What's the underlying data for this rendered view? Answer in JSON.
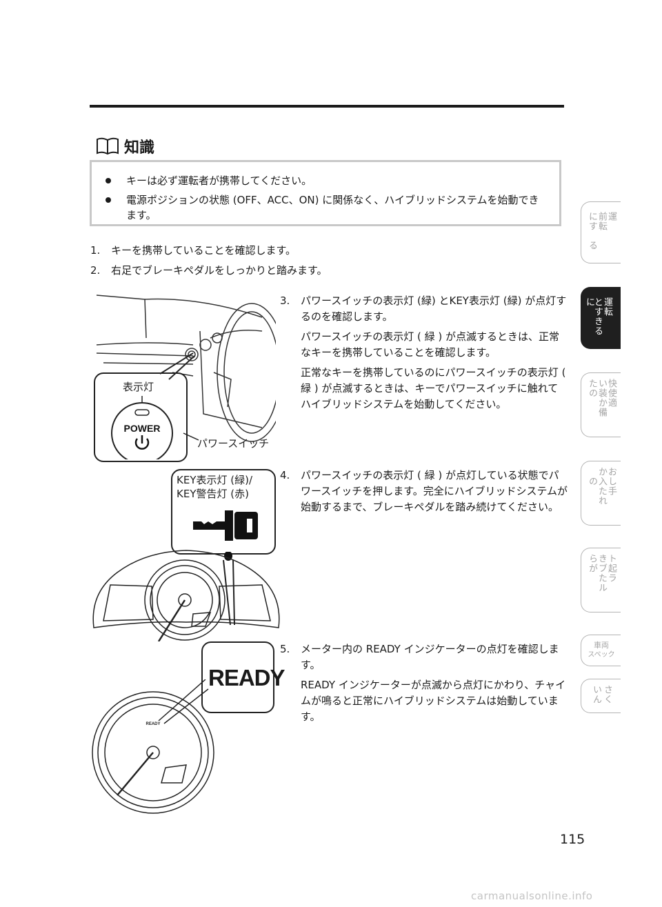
{
  "info": {
    "title": "知識",
    "bullets": [
      "キーは必ず運転者が携帯してください。",
      "電源ポジションの状態 (OFF、ACC、ON) に関係なく、ハイブリッドシステムを始動できます。"
    ]
  },
  "steps": [
    {
      "num": "1.",
      "paras": [
        "キーを携帯していることを確認します。"
      ]
    },
    {
      "num": "2.",
      "paras": [
        "右足でブレーキペダルをしっかりと踏みます。"
      ]
    },
    {
      "num": "3.",
      "paras": [
        "パワースイッチの表示灯 (緑) とKEY表示灯 (緑) が点灯するのを確認します。",
        "パワースイッチの表示灯 ( 緑 ) が点滅するときは、正常なキーを携帯していることを確認します。",
        "正常なキーを携帯しているのにパワースイッチの表示灯 ( 緑 ) が点滅するときは、キーでパワースイッチに触れてハイブリッドシステムを始動してください。"
      ]
    },
    {
      "num": "4.",
      "paras": [
        "パワースイッチの表示灯 ( 緑 ) が点灯している状態でパワースイッチを押します。完全にハイブリッドシステムが始動するまで、ブレーキペダルを踏み続けてください。"
      ]
    },
    {
      "num": "5.",
      "paras": [
        "メーター内の READY インジケーターの点灯を確認します。",
        "READY インジケーターが点滅から点灯にかわり、チャイムが鳴ると正常にハイブリッドシステムは始動しています。"
      ]
    }
  ],
  "figures": {
    "indicator_label": "表示灯",
    "power_button_text": "POWER",
    "power_switch_label": "パワースイッチ",
    "key_label_line1": "KEY表示灯 (緑)/",
    "key_label_line2": "KEY警告灯 (赤)",
    "ready_label": "READY",
    "ready_small": "READY"
  },
  "side_tabs": [
    {
      "cols": [
        "運",
        "前転",
        "にす",
        "　る"
      ],
      "active": false
    },
    {
      "cols": [
        "運",
        "転",
        "とす",
        "きる",
        "に"
      ],
      "active": true
    },
    {
      "cols": [
        "快",
        "使適",
        "い装",
        "か備",
        "たの"
      ],
      "active": false
    },
    {
      "cols": [
        "お",
        "し手",
        "か入",
        "たれ",
        "　の"
      ],
      "active": false
    },
    {
      "cols": [
        "ト",
        "起ラ",
        "きブ",
        "たル",
        "らが"
      ],
      "active": false
    },
    {
      "line1": "車両",
      "line2": "スペック",
      "active": false
    },
    {
      "cols": [
        "さく",
        "いん"
      ],
      "active": false
    }
  ],
  "page_number": "115",
  "watermark": "carmanualsonline.info"
}
